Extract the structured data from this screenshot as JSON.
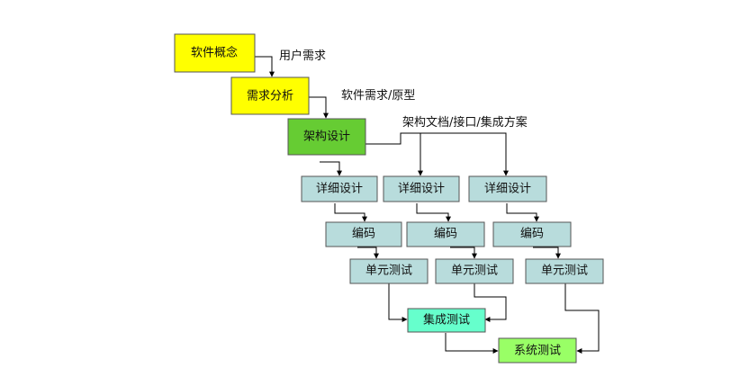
{
  "colors": {
    "yellow": "#ffff00",
    "green": "#66cc33",
    "teal": "#b8dcdc",
    "cyan": "#66ffcc",
    "lightgreen": "#99ff66",
    "line": "#000000"
  },
  "nodes": {
    "concept": "软件概念",
    "analysis": "需求分析",
    "arch": "架构设计",
    "detail": [
      "详细设计",
      "详细设计",
      "详细设计"
    ],
    "code": [
      "编码",
      "编码",
      "编码"
    ],
    "unit": [
      "单元测试",
      "单元测试",
      "单元测试"
    ],
    "integration": "集成测试",
    "system": "系统测试"
  },
  "labels": {
    "user_req": "用户需求",
    "sw_req": "软件需求/原型",
    "arch_docs": "架构文档/接口/集成方案"
  }
}
